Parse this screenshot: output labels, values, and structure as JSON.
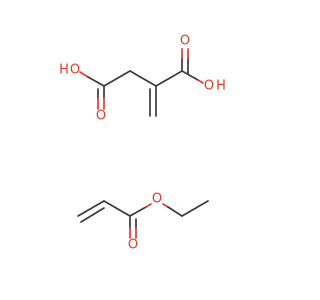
{
  "molecules": [
    {
      "atom_labels": [
        {
          "id": "o1",
          "symbol": "O"
        },
        {
          "id": "h1",
          "symbol": "H"
        },
        {
          "id": "o2",
          "symbol": "O"
        },
        {
          "id": "o3",
          "symbol": "O"
        },
        {
          "id": "o4",
          "symbol": "O"
        },
        {
          "id": "h2",
          "symbol": "H"
        }
      ]
    },
    {
      "atom_labels": [
        {
          "id": "o5",
          "symbol": "O"
        },
        {
          "id": "o6",
          "symbol": "O"
        }
      ]
    }
  ],
  "colors": {
    "bond": "#3a3a3a",
    "oxygen": "#e03c2c",
    "background": "#ffffff"
  }
}
